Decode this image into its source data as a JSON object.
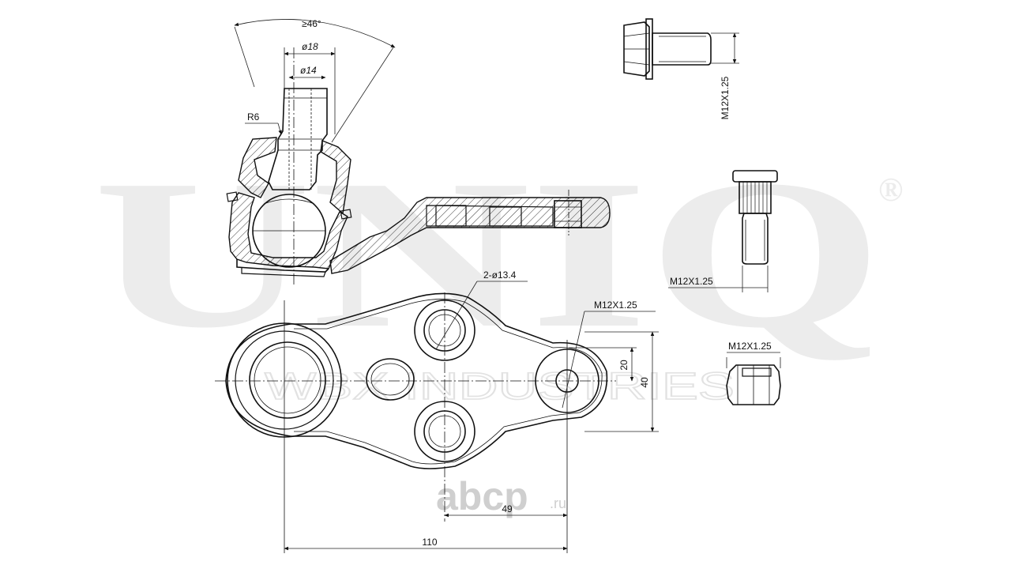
{
  "watermark": {
    "brand": "UNIQ",
    "registered": "®",
    "subtitle": "WBX INDUSTRIES",
    "site_logo": "abcp",
    "site_tld": ".ru"
  },
  "dimensions": {
    "angle": "≥46°",
    "dia_18": "ø18",
    "dia_14": "ø14",
    "radius": "R6",
    "holes": "2-ø13.4",
    "thread_main": "M12X1.25",
    "thread_bolt": "M12X1.25",
    "thread_stud": "M12X1.25",
    "thread_nut": "M12X1.25",
    "dim_20": "20",
    "dim_40": "40",
    "dim_49": "49",
    "dim_110": "110"
  }
}
